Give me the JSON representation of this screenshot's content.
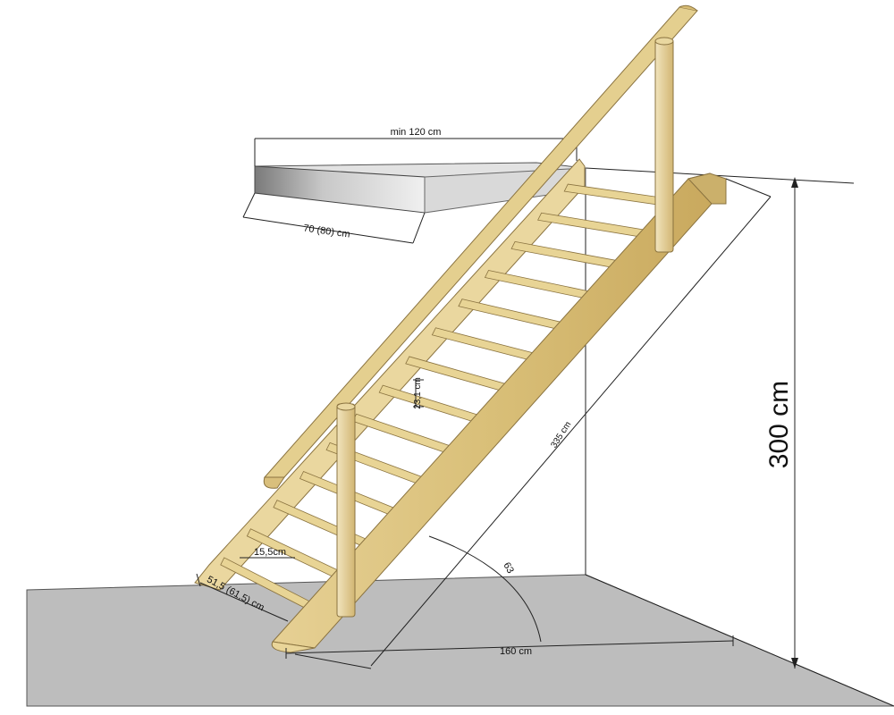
{
  "dimensions": {
    "opening_length": "min 120 cm",
    "opening_width": "70 (80) cm",
    "total_height": "300 cm",
    "stair_length": "335 cm",
    "riser_height": "23,1 cm",
    "tread_depth": "15,5cm",
    "stair_width": "51,5 (61,5) cm",
    "floor_run": "160 cm",
    "angle": "63"
  },
  "colors": {
    "wood_light": "#ecdcaa",
    "wood_mid": "#d8c07f",
    "wood_dark": "#c2a35a",
    "floor": "#bdbdbd",
    "ceiling_edge": "#8f8f8f",
    "line": "#222222"
  }
}
